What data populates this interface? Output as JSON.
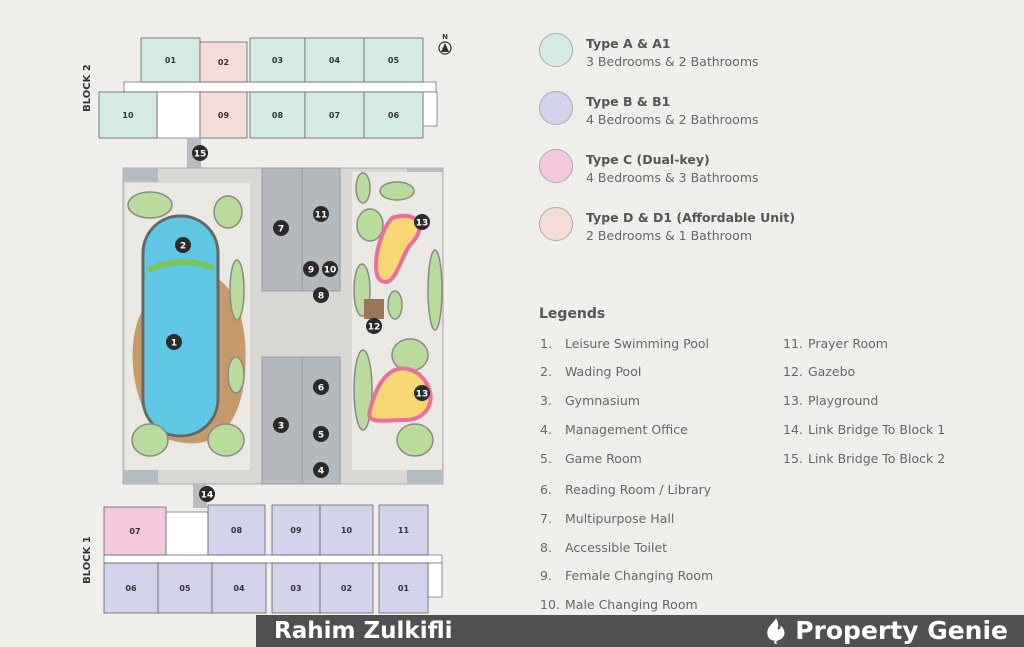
{
  "plan": {
    "block2_label": "BLOCK 2",
    "block1_label": "BLOCK 1",
    "north_label": "N",
    "block2_units": [
      {
        "label": "01",
        "type": "A"
      },
      {
        "label": "02",
        "type": "D"
      },
      {
        "label": "03",
        "type": "A"
      },
      {
        "label": "04",
        "type": "A"
      },
      {
        "label": "05",
        "type": "A"
      },
      {
        "label": "10",
        "type": "A"
      },
      {
        "label": "09",
        "type": "D"
      },
      {
        "label": "08",
        "type": "A"
      },
      {
        "label": "07",
        "type": "A"
      },
      {
        "label": "06",
        "type": "A"
      }
    ],
    "block1_units": [
      {
        "label": "07",
        "type": "C"
      },
      {
        "label": "08",
        "type": "B"
      },
      {
        "label": "09",
        "type": "B"
      },
      {
        "label": "10",
        "type": "B"
      },
      {
        "label": "11",
        "type": "B"
      },
      {
        "label": "06",
        "type": "B"
      },
      {
        "label": "05",
        "type": "B"
      },
      {
        "label": "04",
        "type": "B"
      },
      {
        "label": "03",
        "type": "B"
      },
      {
        "label": "02",
        "type": "B"
      },
      {
        "label": "01",
        "type": "B"
      }
    ],
    "markers": [
      "1",
      "2",
      "3",
      "4",
      "5",
      "6",
      "7",
      "8",
      "9",
      "10",
      "11",
      "12",
      "13",
      "13",
      "14",
      "15"
    ]
  },
  "unit_types": [
    {
      "name": "Type A & A1",
      "desc": "3 Bedrooms & 2 Bathrooms",
      "color": "#d3ebe2"
    },
    {
      "name": "Type B & B1",
      "desc": "4 Bedrooms & 2 Bathrooms",
      "color": "#d2d2ea"
    },
    {
      "name": "Type C (Dual-key)",
      "desc": "4 Bedrooms & 3 Bathrooms",
      "color": "#f4c8dc"
    },
    {
      "name": "Type D & D1 (Affordable Unit)",
      "desc": "2 Bedrooms & 1 Bathroom",
      "color": "#f5dcd8"
    }
  ],
  "legend": {
    "title": "Legends",
    "items": [
      {
        "num": "1.",
        "label": "Leisure Swimming Pool"
      },
      {
        "num": "2.",
        "label": "Wading Pool"
      },
      {
        "num": "3.",
        "label": "Gymnasium"
      },
      {
        "num": "4.",
        "label": "Management Office"
      },
      {
        "num": "5.",
        "label": "Game Room"
      },
      {
        "num": "6.",
        "label": "Reading Room / Library"
      },
      {
        "num": "7.",
        "label": "Multipurpose Hall"
      },
      {
        "num": "8.",
        "label": "Accessible Toilet"
      },
      {
        "num": "9.",
        "label": "Female Changing Room"
      },
      {
        "num": "10.",
        "label": "Male Changing Room"
      },
      {
        "num": "11.",
        "label": "Prayer Room"
      },
      {
        "num": "12.",
        "label": "Gazebo"
      },
      {
        "num": "13.",
        "label": "Playground"
      },
      {
        "num": "14.",
        "label": "Link Bridge To Block 1"
      },
      {
        "num": "15.",
        "label": "Link Bridge To Block 2"
      }
    ]
  },
  "overlay": {
    "author": "Rahim Zulkifli",
    "brand": "Property Genie"
  }
}
